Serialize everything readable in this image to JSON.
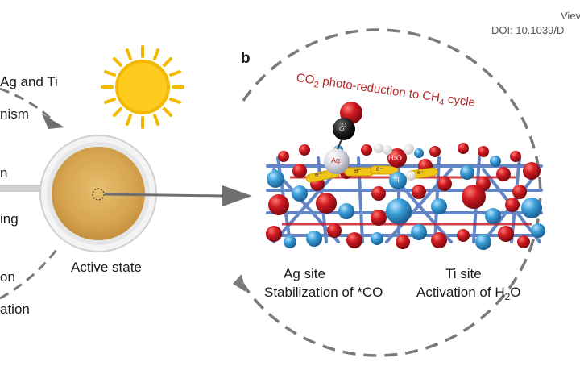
{
  "header": {
    "view_text": "Viev",
    "doi_text": "DOI: 10.1039/D"
  },
  "left_panel": {
    "fragments": [
      "Ag and Ti",
      "nism",
      "n",
      "ing",
      "on",
      "ation"
    ],
    "dish_label": "Active state"
  },
  "right_panel": {
    "letter": "b",
    "cycle_title": {
      "part1": "CO",
      "sub1": "2",
      "part2": " photo-reduction to CH",
      "sub2": "4",
      "part3": " cycle"
    },
    "molecule_labels": {
      "co": "CO",
      "ag": "Ag",
      "h2o_part1": "H",
      "h2o_sub": "2",
      "h2o_part2": "O",
      "ti": "Ti",
      "electron": "e⁻"
    },
    "ag_site": {
      "title": "Ag site",
      "desc": "Stabilization of *CO"
    },
    "ti_site": {
      "title": "Ti site",
      "desc_part1": "Activation of H",
      "desc_sub": "2",
      "desc_part2": "O"
    }
  },
  "colors": {
    "dashed_gray": "#7a7a7a",
    "arrow_gray": "#6f6f6f",
    "sun_yellow": "#f5b800",
    "sun_core": "#ffcb1f",
    "dish_rim": "#d8d8d8",
    "dish_fill": "#d8a954",
    "cycle_red": "#b42b2b",
    "oxygen_red": "#c4151c",
    "titanium_blue": "#3b9fd8",
    "bond_blue": "#5a7fc4",
    "silver": "#d7d7e0",
    "carbon_black": "#1c1c1c",
    "electron_yellow": "#f0c419"
  },
  "icons": [
    "sun-icon",
    "petri-dish-icon",
    "arrow-icon",
    "catalyst-lattice-icon"
  ]
}
